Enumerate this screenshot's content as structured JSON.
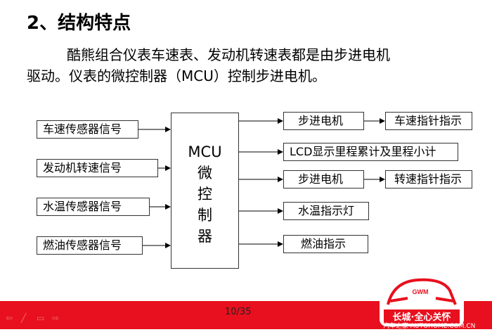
{
  "title": "2、结构特点",
  "paragraph": {
    "line1": "酷熊组合仪表车速表、发动机转速表都是由步进电机",
    "line2": "驱动。仪表的微控制器（MCU）控制步进电机。"
  },
  "inputs": [
    "车速传感器信号",
    "发动机转速信号",
    "水温传感器信号",
    "燃油传感器信号"
  ],
  "mcu": [
    "MCU",
    "微",
    "控",
    "制",
    "器"
  ],
  "outputs": [
    "步进电机",
    "LCD显示里程累计及里程小计",
    "步进电机",
    "水温指示灯",
    "燃油指示"
  ],
  "indicators": [
    "车速指针指示",
    "转速指针指示"
  ],
  "footer": {
    "page": "10/35",
    "logo_brand": "GWM",
    "logo_slogan": "长城·全心关怀",
    "watermark": "汽车之家 AUTOHOME.COM.CN"
  },
  "colors": {
    "footer_red": "#e8101e"
  }
}
